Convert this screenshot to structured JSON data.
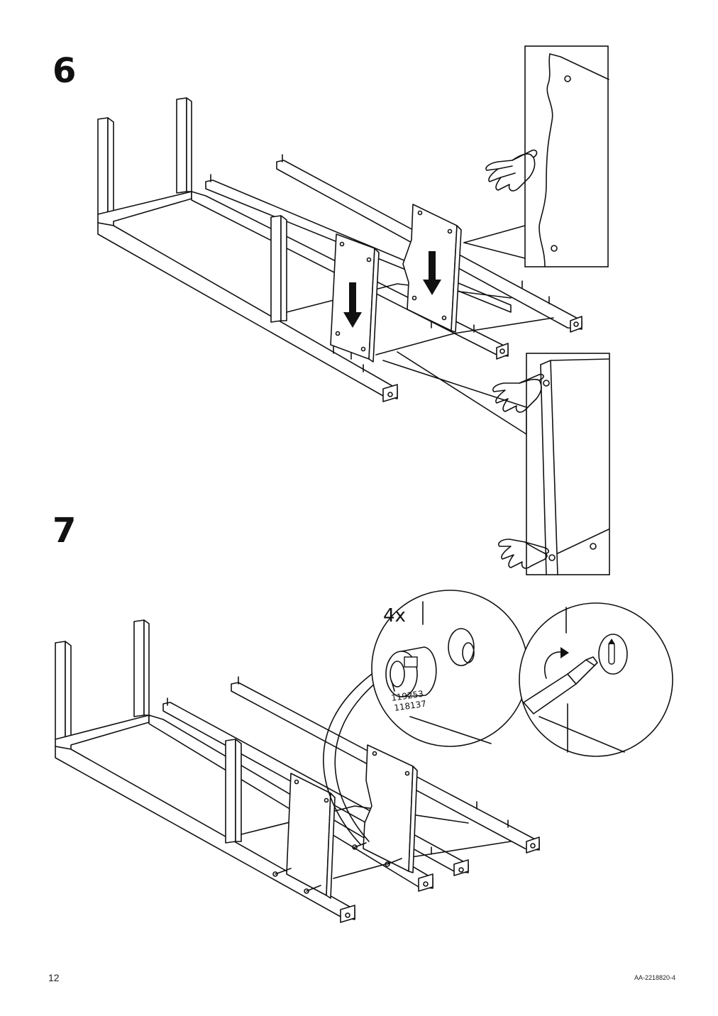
{
  "page": {
    "page_number": "12",
    "document_code": "AA-2218820-4"
  },
  "steps": [
    {
      "number": "6"
    },
    {
      "number": "7"
    }
  ],
  "step7_detail": {
    "quantity_label": "4x",
    "part_numbers": [
      "119253",
      "118137"
    ]
  },
  "icons": [
    "hand-pointing-icon",
    "down-arrow-icon",
    "cam-lock-fitting-icon",
    "screwdriver-icon",
    "rotation-arrow-icon"
  ]
}
